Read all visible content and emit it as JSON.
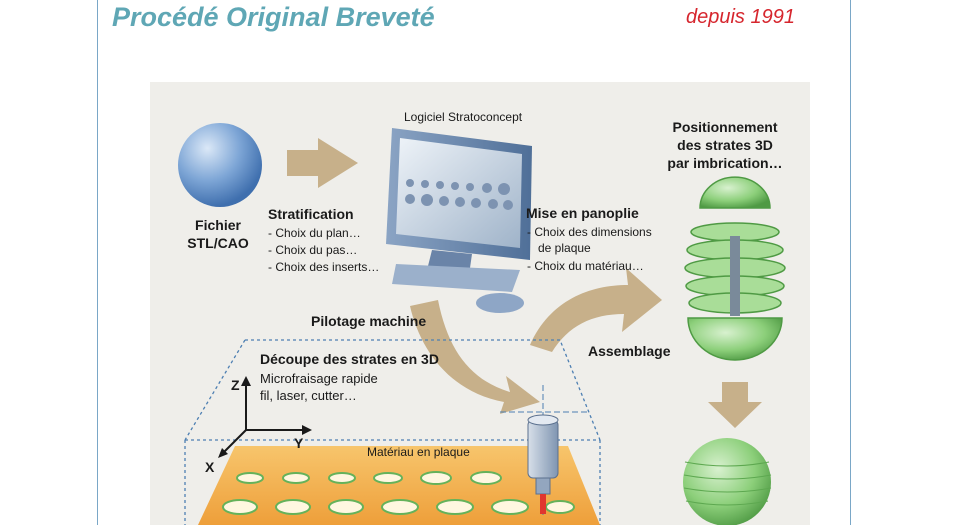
{
  "header": {
    "title": "Procédé Original Breveté",
    "since": "depuis 1991"
  },
  "colors": {
    "title": "#5fa7b5",
    "since": "#d6262e",
    "arrow": "#c7b08a",
    "plate": "#f3b456",
    "green": "#8ccf7a",
    "sphere_blue": "#6f98cf",
    "background": "#efeeea"
  },
  "diagram": {
    "file": {
      "line1": "Fichier",
      "line2": "STL/CAO"
    },
    "software": "Logiciel Stratoconcept",
    "stratification": {
      "title": "Stratification",
      "items": [
        "- Choix du plan…",
        "- Choix du pas…",
        "- Choix des inserts…"
      ]
    },
    "panoply": {
      "title": "Mise en panoplie",
      "items": [
        "- Choix des dimensions",
        "de plaque",
        "- Choix du matériau…"
      ]
    },
    "positioning": {
      "line1": "Positionnement",
      "line2": "des strates 3D",
      "line3": "par imbrication…"
    },
    "piloting": "Pilotage machine",
    "assembly": "Assemblage",
    "cutting": {
      "title": "Découpe des strates en 3D",
      "line1": "Microfraisage rapide",
      "line2": "fil, laser, cutter…"
    },
    "material": "Matériau en plaque",
    "axes": {
      "z": "Z",
      "y": "Y",
      "x": "X"
    }
  }
}
